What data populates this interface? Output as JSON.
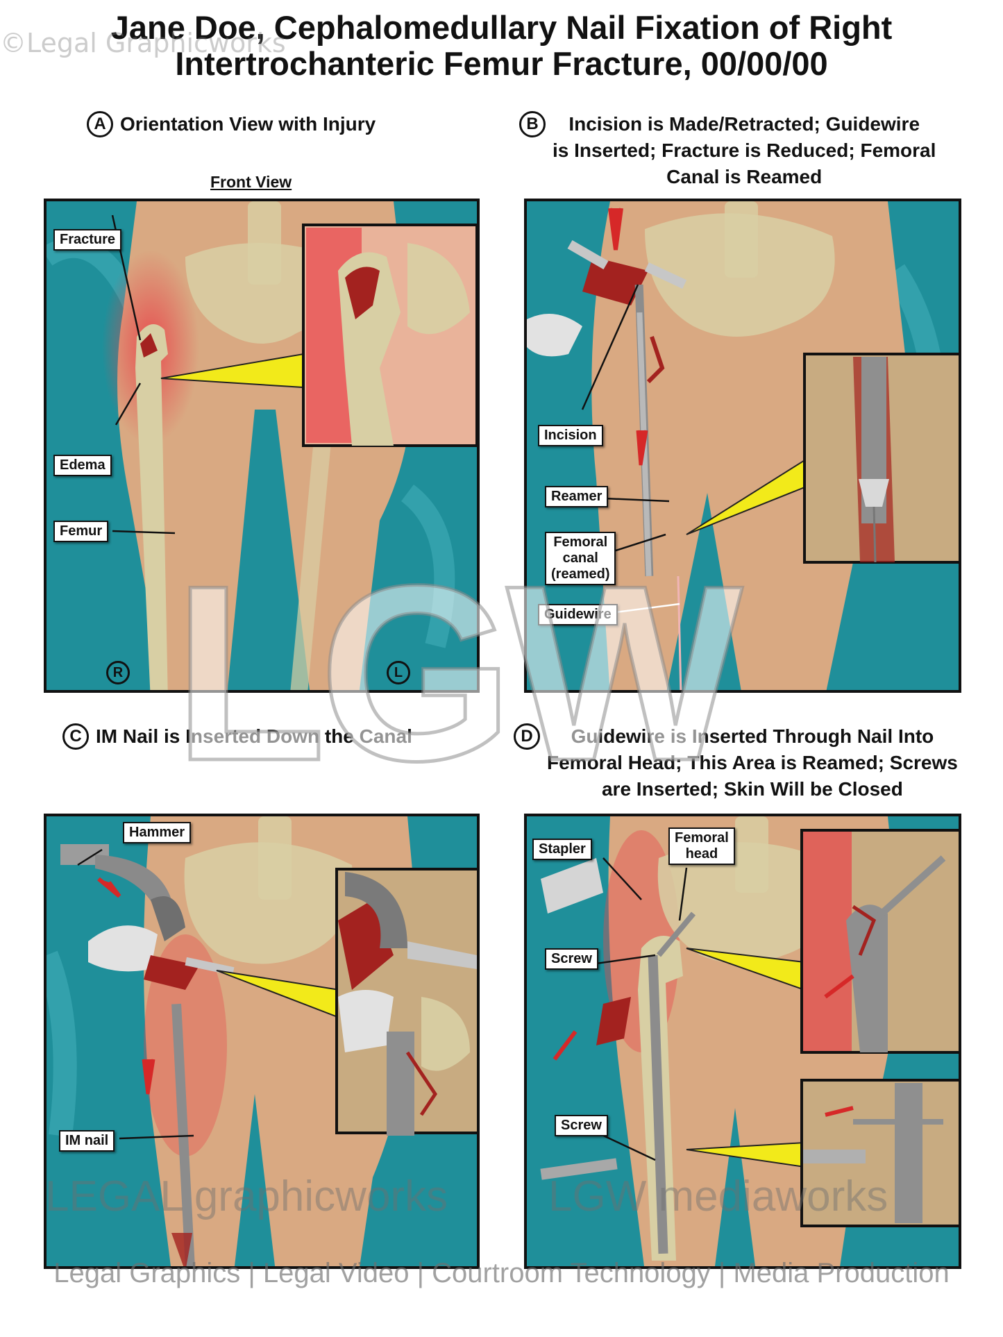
{
  "title": {
    "line1": "Jane Doe, Cephalomedullary Nail Fixation of Right",
    "line2": "Intertrochanteric Femur Fracture, 00/00/00"
  },
  "panels": {
    "a": {
      "letter": "A",
      "heading": "Orientation View with Injury",
      "sub_caption": "Front View",
      "labels": [
        "Fracture",
        "Edema",
        "Femur"
      ],
      "side_right": "R",
      "side_left": "L"
    },
    "b": {
      "letter": "B",
      "heading": "Incision is Made/Retracted; Guidewire\nis Inserted; Fracture is Reduced; Femoral\nCanal is Reamed",
      "labels": [
        "Incision",
        "Reamer",
        "Femoral\ncanal\n(reamed)",
        "Guidewire"
      ]
    },
    "c": {
      "letter": "C",
      "heading": "IM Nail is Inserted Down the Canal",
      "labels": [
        "Hammer",
        "IM nail"
      ]
    },
    "d": {
      "letter": "D",
      "heading": "Guidewire is Inserted Through Nail Into\nFemoral Head; This Area is Reamed; Screws\nare Inserted; Skin Will be Closed",
      "labels": [
        "Stapler",
        "Femoral\nhead",
        "Screw",
        "Screw"
      ]
    }
  },
  "watermark": {
    "text": "©Legal Graphicworks",
    "big_mark": "LGW",
    "brand_left": "LEGAL graphicworks",
    "brand_right": "LGW mediaworks"
  },
  "footer": "Legal Graphics | Legal Video | Courtroom Technology | Media Production",
  "colors": {
    "drape_teal": "#1f8f9a",
    "skin": "#d9a982",
    "bone": "#d8cfa4",
    "inflammation": "#e8454a",
    "callout_yellow": "#f2ea1a"
  }
}
